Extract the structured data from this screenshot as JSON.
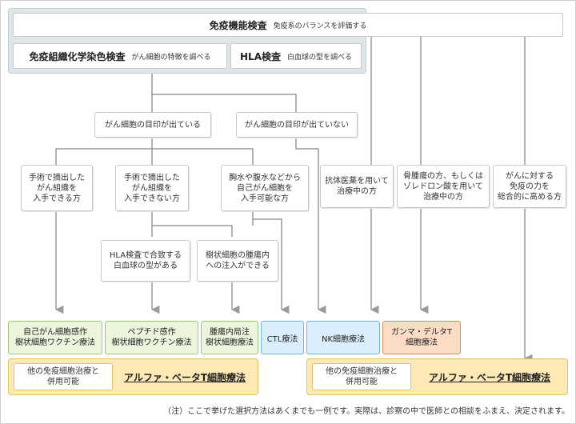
{
  "top": {
    "main_title": "免疫機能検査",
    "main_sub": "免疫系のバランスを評価する",
    "left_title": "免疫組織化学染色検査",
    "left_sub": "がん細胞の特徴を調べる",
    "right_title": "HLA検査",
    "right_sub": "白血球の型を調べる"
  },
  "level1": {
    "marker_yes": "がん細胞の目印が出ている",
    "marker_no": "がん細胞の目印が出ていない"
  },
  "level2": {
    "q1": "手術で摘出した\nがん組織を\n入手できる方",
    "q2": "手術で摘出した\nがん組織を\n入手できない方",
    "q3": "胸水や腹水などから\n自己がん細胞を\n入手可能な方",
    "q4": "抗体医薬を用いて\n治療中の方",
    "q5": "骨腫瘍の方、もしくは\nゾレドロン酸を用いて\n治療中の方",
    "q6": "がんに対する\n免疫の力を\n総合的に高める方"
  },
  "level3": {
    "hla_match": "HLA検査で合致する\n白血球の型がある",
    "tumor_injection": "樹状細胞の腫瘍内\nへの注入ができる"
  },
  "therapies": {
    "t1": "自己がん細胞感作\n樹状細胞ワクチン療法",
    "t2": "ペプチド感作\n樹状細胞ワクチン療法",
    "t3": "腫瘍内局注\n樹状細胞療法",
    "t4": "CTL療法",
    "t5": "NK細胞療法",
    "t6": "ガンマ・デルタT\n細胞療法"
  },
  "combined": {
    "left_note": "他の免疫細胞治療と\n併用可能",
    "left_therapy": "アルファ・ベータT細胞療法",
    "right_note": "他の免疫細胞治療と\n併用可能",
    "right_therapy": "アルファ・ベータT細胞療法"
  },
  "footnote": "（注）ここで挙げた選択方法はあくまでも一例です。実際は、診察の中で医師との相談をふまえ、決定されます。",
  "colors": {
    "line": "#9a9a9a",
    "green_fill": "#eaf5dc",
    "blue_fill": "#dbeefc",
    "orange_fill": "#fddcc6",
    "yellow_fill": "#fde9b4"
  }
}
